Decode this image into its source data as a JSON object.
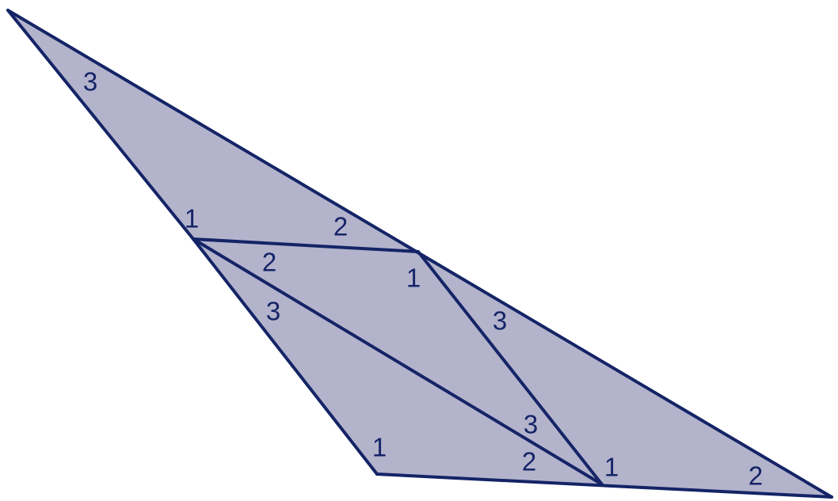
{
  "colors": {
    "fill": "#b3b3cc",
    "stroke": "#142466",
    "label": "#142466"
  },
  "angle_labels": [
    "3",
    "1",
    "2",
    "2",
    "1",
    "3",
    "3",
    "1",
    "3",
    "2",
    "1",
    "2"
  ]
}
